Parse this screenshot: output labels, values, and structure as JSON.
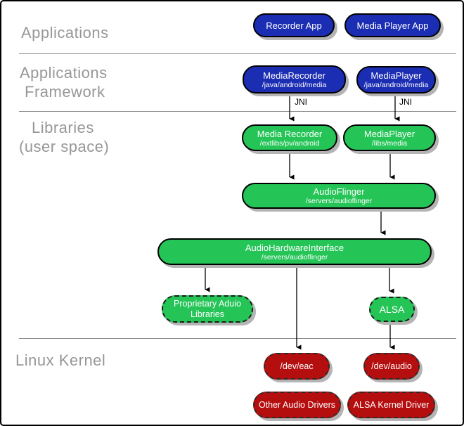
{
  "sections": {
    "applications": {
      "label": "Applications"
    },
    "framework": {
      "line1": "Applications",
      "line2": "Framework"
    },
    "libraries": {
      "line1": "Libraries",
      "line2": "(user space)"
    },
    "kernel": {
      "label": "Linux Kernel"
    }
  },
  "annotations": {
    "jni_left": "JNI",
    "jni_right": "JNI"
  },
  "nodes": {
    "recorder_app": {
      "title": "Recorder App"
    },
    "media_player_app": {
      "title": "Media Player App"
    },
    "media_recorder_framework": {
      "title": "MediaRecorder",
      "subtitle": "/java/android/media"
    },
    "media_player_framework": {
      "title": "MediaPlayer",
      "subtitle": "/java/android/media"
    },
    "media_recorder_library": {
      "title": "Media Recorder",
      "subtitle": "/extlibs/pv/android"
    },
    "media_player_library": {
      "title": "MediaPlayer",
      "subtitle": "/libs/media"
    },
    "audioflinger": {
      "title": "AudioFlinger",
      "subtitle": "/servers/audioflinger"
    },
    "audio_hardware_interface": {
      "title": "AudioHardwareInterface",
      "subtitle": "/servers/audioflinger"
    },
    "proprietary_audio_libraries": {
      "title": "Proprietary Aduio Libraries"
    },
    "alsa": {
      "title": "ALSA"
    },
    "dev_eac": {
      "title": "/dev/eac"
    },
    "dev_audio": {
      "title": "/dev/audio"
    },
    "other_audio_drivers": {
      "title": "Other Audio Drivers"
    },
    "alsa_kernel_driver": {
      "title": "ALSA Kernel Driver"
    }
  },
  "colors": {
    "app_blue": "#1B2DB3",
    "lib_green": "#25C457",
    "kernel_red": "#B50E0F",
    "label_gray": "#979797",
    "shadow_gray": "#B4B4B4",
    "separator_gray": "#8C8C8C"
  }
}
